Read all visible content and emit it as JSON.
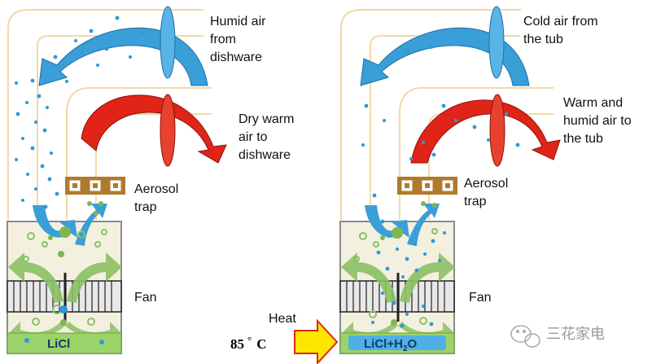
{
  "left": {
    "top_label": [
      "Humid air",
      "from",
      "dishware"
    ],
    "mid_label": [
      "Dry warm",
      "air to",
      "dishware"
    ],
    "trap_label": [
      "Aerosol",
      "trap"
    ],
    "fan_label": "Fan",
    "box_label": "LiCl"
  },
  "right": {
    "top_label": [
      "Cold air from",
      "the tub"
    ],
    "mid_label": [
      "Warm and",
      "humid air to",
      "the tub"
    ],
    "trap_label": [
      "Aerosol",
      "trap"
    ],
    "fan_label": "Fan",
    "box_label_main": "LiCl+H",
    "box_label_sub": "2",
    "box_label_end": "O"
  },
  "heat": {
    "label": "Heat",
    "value": "85",
    "degree": "°",
    "unit": "C"
  },
  "watermark": {
    "text": "三花家电"
  },
  "colors": {
    "blue_arrow": "#3a9fd8",
    "red_arrow": "#e02418",
    "green_arrow": "#8cc063",
    "duct": "#f3d9a6",
    "trap": "#b07a2a",
    "droplet": "#2a9ad8",
    "licl_bar": "#9bd36a",
    "heat_arrow": "#ffe600"
  }
}
